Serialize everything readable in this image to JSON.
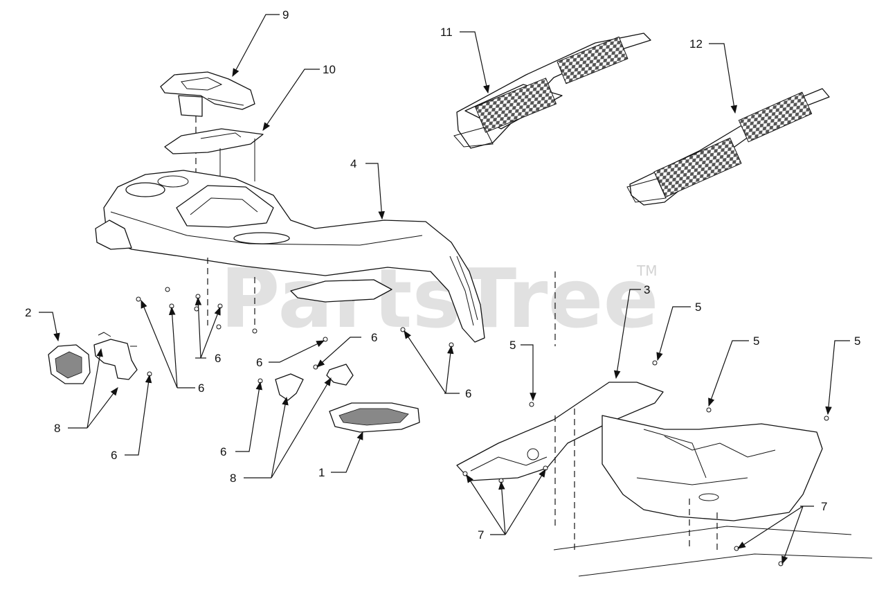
{
  "watermark": {
    "text": "PartsTree",
    "trademark": "TM"
  },
  "callouts": [
    {
      "label": "9"
    },
    {
      "label": "10"
    },
    {
      "label": "11"
    },
    {
      "label": "12"
    },
    {
      "label": "4"
    },
    {
      "label": "3"
    },
    {
      "label": "2"
    },
    {
      "label": "5"
    },
    {
      "label": "5"
    },
    {
      "label": "5"
    },
    {
      "label": "5"
    },
    {
      "label": "6"
    },
    {
      "label": "6"
    },
    {
      "label": "6"
    },
    {
      "label": "6"
    },
    {
      "label": "6"
    },
    {
      "label": "6"
    },
    {
      "label": "6"
    },
    {
      "label": "8"
    },
    {
      "label": "8"
    },
    {
      "label": "1"
    },
    {
      "label": "7"
    },
    {
      "label": "7"
    }
  ]
}
